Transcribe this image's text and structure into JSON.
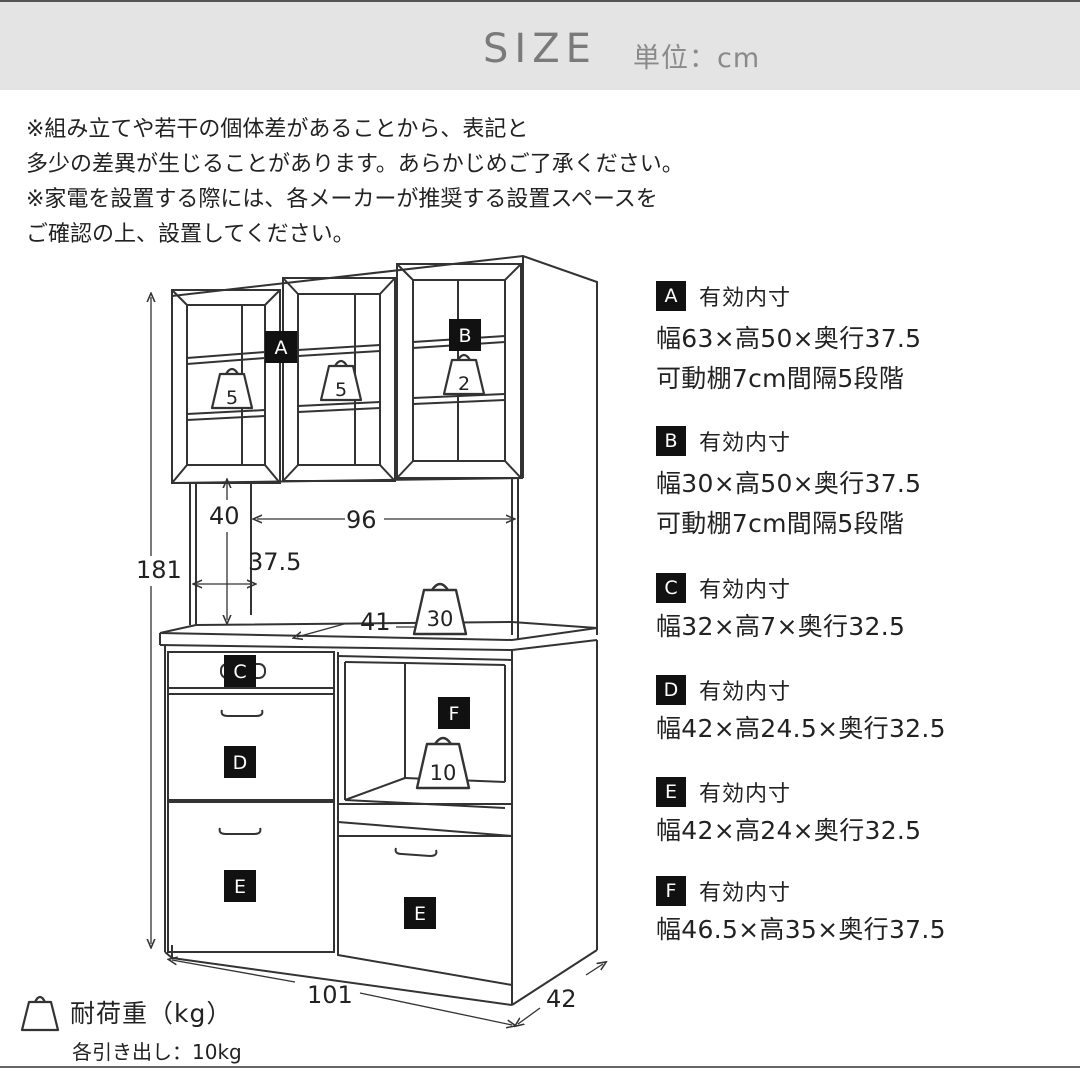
{
  "header": {
    "title": "SIZE",
    "unit": "単位：cm"
  },
  "notes": [
    "※組み立てや若干の個体差があることから、表記と",
    "多少の差異が生じることがあります。あらかじめご了承ください。",
    "※家電を設置する際には、各メーカーが推奨する設置スペースを",
    "ご確認の上、設置してください。"
  ],
  "diagram": {
    "dimensions": {
      "height": "181",
      "width": "101",
      "depth": "42",
      "inner_width": "96",
      "gap_height": "40",
      "gap_depth": "37.5",
      "counter_depth": "41"
    },
    "zone_labels": {
      "a": "A",
      "b": "B",
      "c": "C",
      "d": "D",
      "e_left": "E",
      "e_right": "E",
      "f": "F"
    },
    "loads": {
      "a1": "5",
      "a2": "5",
      "b": "2",
      "counter": "30",
      "f": "10"
    }
  },
  "specs": [
    {
      "badge": "A",
      "label": "有効内寸",
      "lines": [
        "幅63×高50×奥行37.5",
        "可動棚7cm間隔5段階"
      ]
    },
    {
      "badge": "B",
      "label": "有効内寸",
      "lines": [
        "幅30×高50×奥行37.5",
        "可動棚7cm間隔5段階"
      ]
    },
    {
      "badge": "C",
      "label": "有効内寸",
      "lines": [
        "幅32×高7×奥行32.5"
      ]
    },
    {
      "badge": "D",
      "label": "有効内寸",
      "lines": [
        "幅42×高24.5×奥行32.5"
      ]
    },
    {
      "badge": "E",
      "label": "有効内寸",
      "lines": [
        "幅42×高24×奥行32.5"
      ]
    },
    {
      "badge": "F",
      "label": "有効内寸",
      "lines": [
        "幅46.5×高35×奥行37.5"
      ]
    }
  ],
  "legend": {
    "title": "耐荷重（kg）",
    "sub": "各引き出し：10kg"
  }
}
